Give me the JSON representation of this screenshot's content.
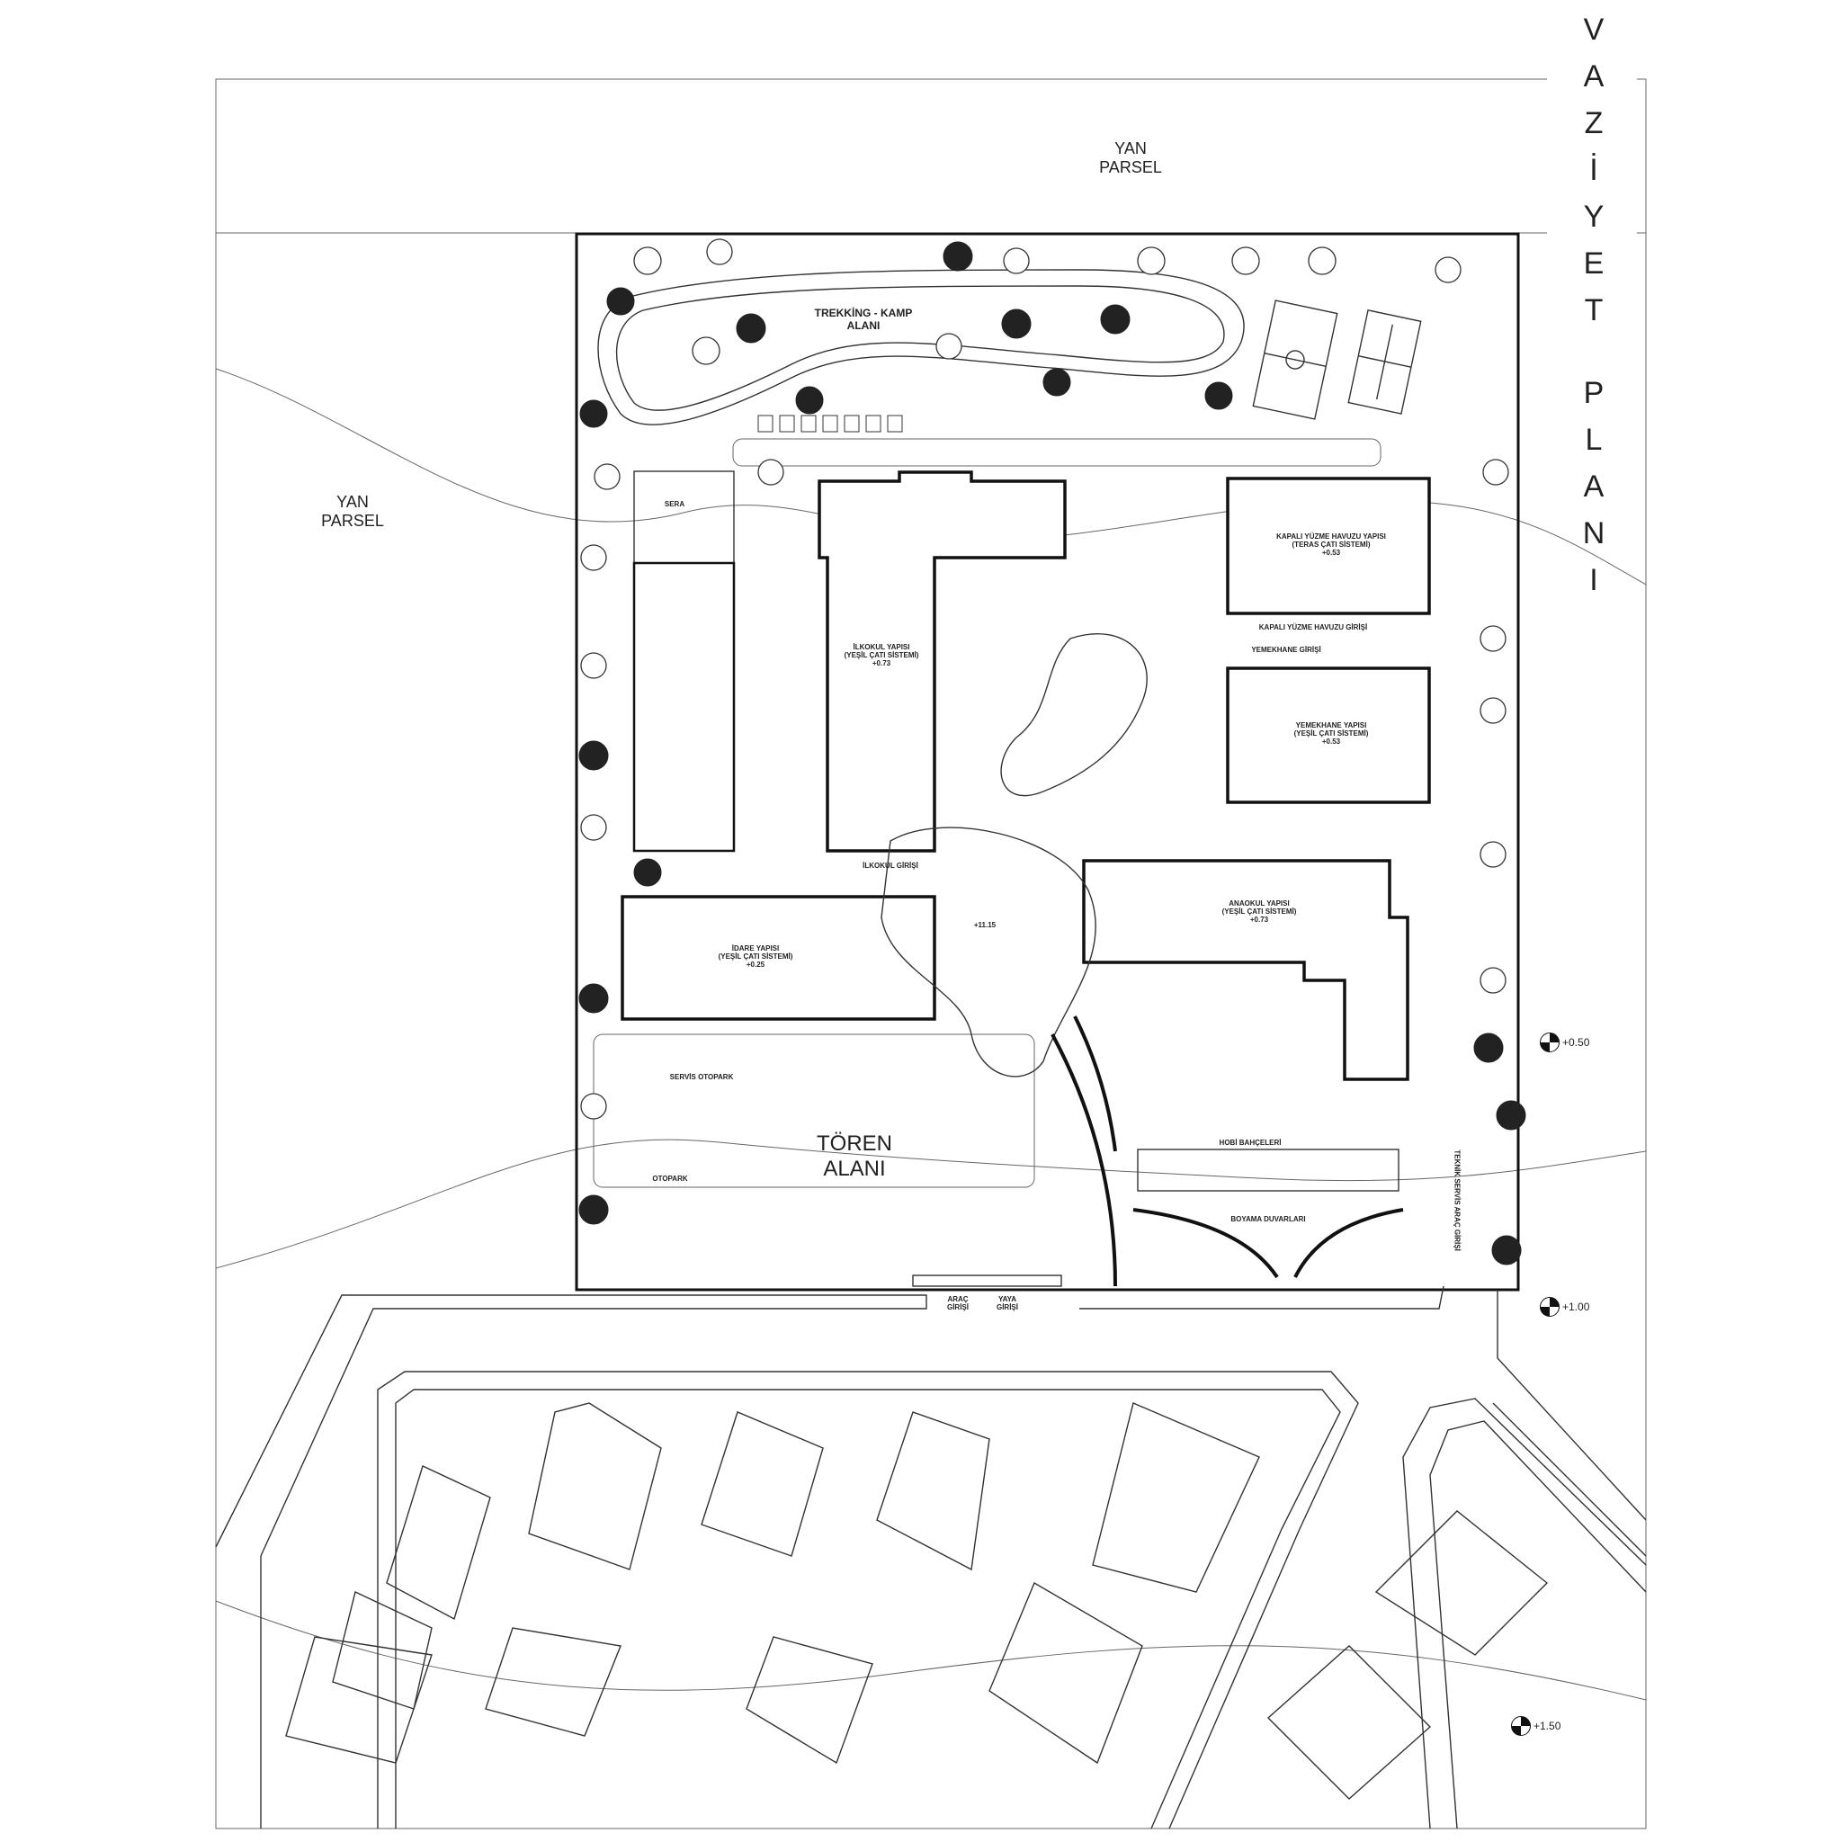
{
  "title_letters": [
    "V",
    "A",
    "Z",
    "İ",
    "Y",
    "E",
    "T",
    "P",
    "L",
    "A",
    "N",
    "I"
  ],
  "neighbors": {
    "top_line1": "YAN",
    "top_line2": "PARSEL",
    "left_line1": "YAN",
    "left_line2": "PARSEL"
  },
  "zones": {
    "trekking_line1": "TREKKİNG - KAMP",
    "trekking_line2": "ALANI",
    "toren_line1": "TÖREN",
    "toren_line2": "ALANI"
  },
  "buildings": {
    "ilkokul": {
      "name": "İLKOKUL YAPISI",
      "roof": "(YEŞİL ÇATI SİSTEMİ)",
      "elev": "+0.73"
    },
    "idare": {
      "name": "İDARE YAPISI",
      "roof": "(YEŞİL ÇATI SİSTEMİ)",
      "elev": "+0.25"
    },
    "yuzme": {
      "name": "KAPALI YÜZME HAVUZU YAPISI",
      "roof": "(TERAS ÇATI SİSTEMİ)",
      "elev": "+0.53"
    },
    "yemekhane": {
      "name": "YEMEKHANE YAPISI",
      "roof": "(YEŞİL ÇATI SİSTEMİ)",
      "elev": "+0.53"
    },
    "anaokul": {
      "name": "ANAOKUL YAPISI",
      "roof": "(YEŞİL ÇATI SİSTEMİ)",
      "elev": "+0.73"
    },
    "sera": {
      "name": "SERA"
    }
  },
  "small_labels": {
    "yuzme_giris": "KAPALI YÜZME HAVUZU GİRİŞİ",
    "yemekhane_giris": "YEMEKHANE GİRİŞİ",
    "hobi": "HOBİ BAHÇELERİ",
    "boyama": "BOYAMA DUVARLARI",
    "servis_otopark": "SERVİS OTOPARK",
    "otopark": "OTOPARK",
    "arac_giris": "ARAÇ GİRİŞİ",
    "yaya_giris": "YAYA GİRİŞİ",
    "ilkokul_giris": "İLKOKUL GİRİŞİ",
    "servis_yolu": "TEKNİK SERVİS ARAÇ GİRİŞİ",
    "meydan": "+11.15"
  },
  "site_elevations": [
    "+0.50",
    "+1.00",
    "+1.50"
  ]
}
